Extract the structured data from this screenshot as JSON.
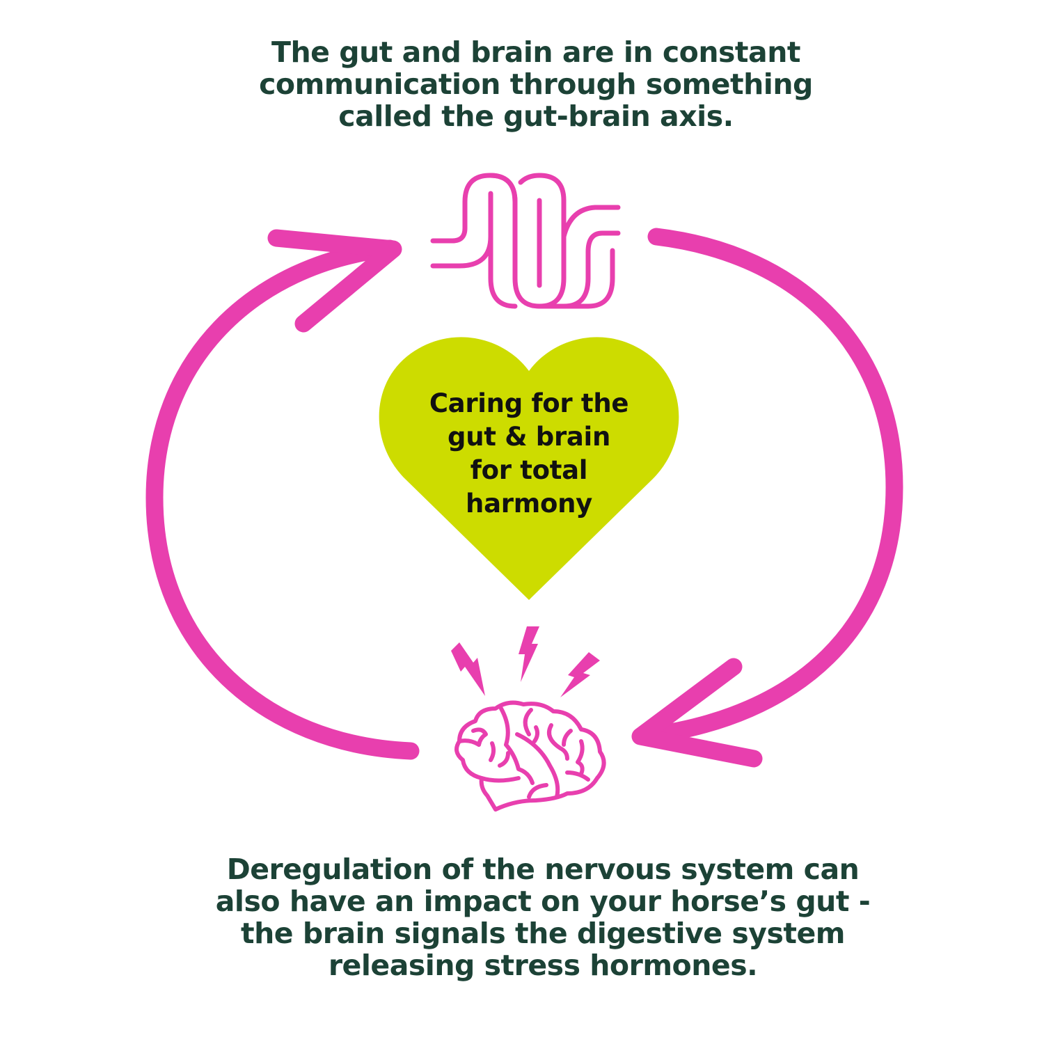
{
  "header": {
    "lines": [
      "The gut and brain are in constant",
      "communication through something",
      "called the gut-brain axis."
    ]
  },
  "heart": {
    "lines": [
      "Caring for the",
      "gut & brain",
      "for total",
      "harmony"
    ],
    "fill": "#cddc00"
  },
  "footer": {
    "lines": [
      "Deregulation of the nervous system can",
      "also have an impact on your horse’s gut -",
      "the brain signals the digestive system",
      "releasing stress hormones."
    ]
  },
  "icons": {
    "top": "intestine-icon",
    "bottom": "brain-icon",
    "bottom_accent": "lightning-bolt-icon",
    "cycle": "circular-arrows"
  },
  "colors": {
    "accent": "#e83fae",
    "text": "#1c4236",
    "heart": "#cddc00",
    "heart_text": "#111111",
    "background": "#ffffff"
  }
}
